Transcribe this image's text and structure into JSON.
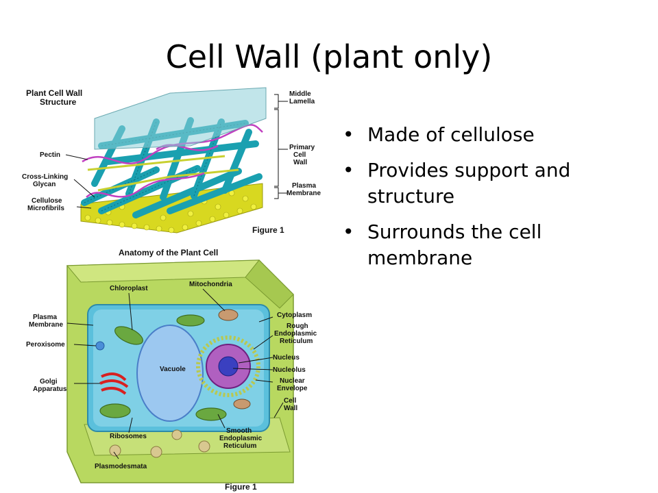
{
  "slide": {
    "title": "Cell Wall (plant only)",
    "bullets": [
      "Made of cellulose",
      "Provides support and structure",
      "Surrounds the cell membrane"
    ],
    "bullet_glyph": "•"
  },
  "figure_wall": {
    "heading_line1": "Plant Cell Wall",
    "heading_line2": "Structure",
    "labels_left": {
      "pectin": "Pectin",
      "crosslinking_1": "Cross-Linking",
      "crosslinking_2": "Glycan",
      "cellulose_1": "Cellulose",
      "cellulose_2": "Microfibrils"
    },
    "labels_right": {
      "middle_1": "Middle",
      "middle_2": "Lamella",
      "primary_1": "Primary",
      "primary_2": "Cell",
      "primary_3": "Wall",
      "plasma_1": "Plasma",
      "plasma_2": "Membrane"
    },
    "caption": "Figure 1"
  },
  "figure_cell": {
    "heading": "Anatomy of the Plant Cell",
    "labels_left": {
      "plasma_1": "Plasma",
      "plasma_2": "Membrane",
      "peroxisome": "Peroxisome",
      "golgi_1": "Golgi",
      "golgi_2": "Apparatus"
    },
    "labels_top": {
      "chloroplast": "Chloroplast",
      "mitochondria": "Mitochondria"
    },
    "labels_right": {
      "cytoplasm": "Cytoplasm",
      "rough_1": "Rough",
      "rough_2": "Endoplasmic",
      "rough_3": "Reticulum",
      "nucleus": "Nucleus",
      "nucleolus": "Nucleolus",
      "envelope_1": "Nuclear",
      "envelope_2": "Envelope",
      "wall_1": "Cell",
      "wall_2": "Wall"
    },
    "labels_inner": {
      "vacuole": "Vacuole"
    },
    "labels_bottom": {
      "ribosomes": "Ribosomes",
      "smooth_1": "Smooth",
      "smooth_2": "Endoplasmic",
      "smooth_3": "Reticulum",
      "plasmodesmata": "Plasmodesmata"
    },
    "caption": "Figure 1"
  }
}
